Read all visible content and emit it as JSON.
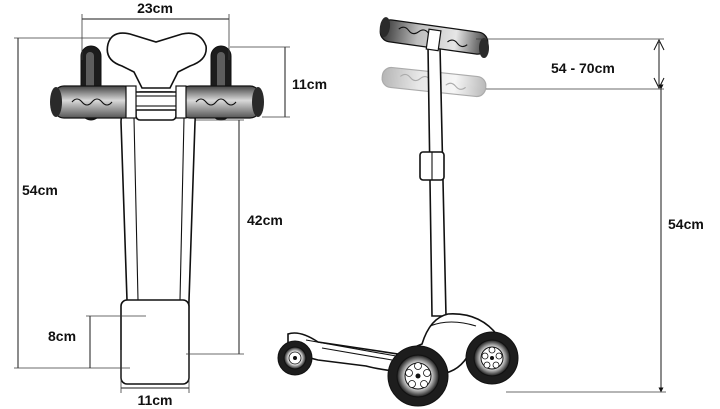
{
  "dimensions": {
    "handlebar_width": "23cm",
    "grip_height": "11cm",
    "total_height_front": "54cm",
    "deck_length": "42cm",
    "rear_wheel_height": "8cm",
    "deck_width": "11cm",
    "height_adjustment": "54 - 70cm",
    "total_height_side": "54cm"
  },
  "colors": {
    "line": "#111111",
    "grip_dark": "#3a3a3a",
    "grip_light": "#d8d8d8",
    "background": "#ffffff"
  }
}
